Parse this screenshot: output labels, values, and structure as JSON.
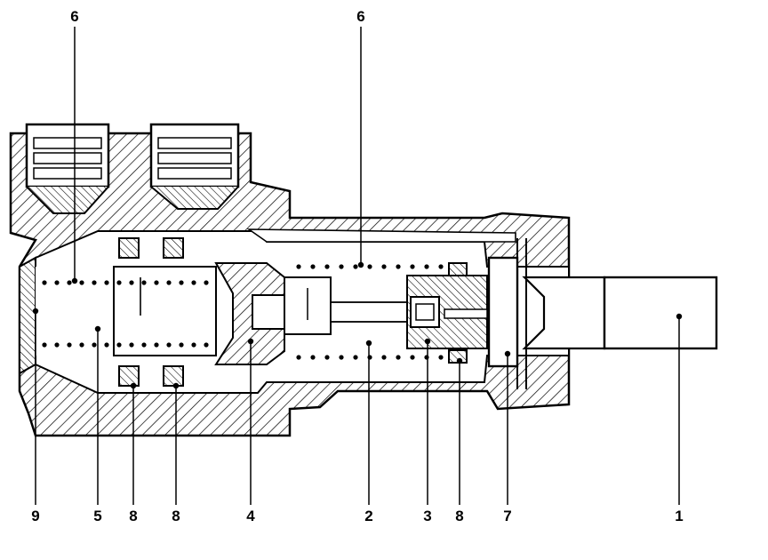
{
  "callouts": {
    "top_left_6": "6",
    "top_mid_6": "6",
    "bottom_9": "9",
    "bottom_5": "5",
    "bottom_8a": "8",
    "bottom_8b": "8",
    "bottom_4": "4",
    "bottom_2": "2",
    "bottom_3": "3",
    "bottom_8c": "8",
    "bottom_7": "7",
    "bottom_1": "1"
  },
  "colors": {
    "ink": "#000000",
    "paper": "#ffffff"
  }
}
